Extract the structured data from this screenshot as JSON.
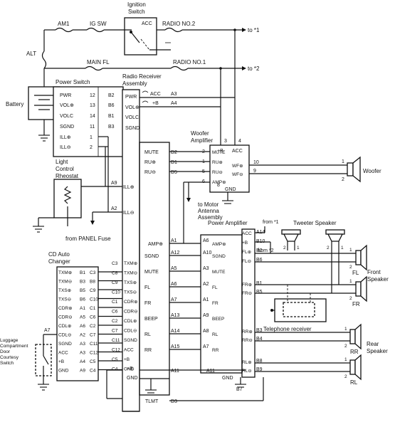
{
  "ignition_switch": {
    "title_1": "Ignition",
    "title_2": "Switch",
    "acc": "ACC"
  },
  "power_feed": {
    "am1": "AM1",
    "ig_sw": "IG SW",
    "alt": "ALT",
    "main_fl": "MAIN FL",
    "radio_no2": "RADIO NO.2",
    "radio_no1": "RADIO NO.1",
    "to1": "to *1",
    "to2": "to *2",
    "battery": "Battery"
  },
  "power_switch": {
    "title": "Power Switch",
    "pins": [
      {
        "name": "PWR",
        "a": "12",
        "b": "B2"
      },
      {
        "name": "VOL⊕",
        "a": "13",
        "b": "B6"
      },
      {
        "name": "VOLC",
        "a": "14",
        "b": "B1"
      },
      {
        "name": "SGND",
        "a": "11",
        "b": "B3"
      },
      {
        "name": "ILL⊕",
        "a": "1",
        "b": ""
      },
      {
        "name": "ILL⊖",
        "a": "2",
        "b": ""
      }
    ]
  },
  "light_control": {
    "l1": "Light",
    "l2": "Control",
    "l3": "Rheostat"
  },
  "receiver": {
    "title_1": "Radio Receiver",
    "title_2": "Assembly",
    "left_pins": [
      "PWR",
      "VOL⊕",
      "VOLC",
      "SGND"
    ],
    "acc": "ACC",
    "plus_b": "+B",
    "a3": "A3",
    "a4": "A4",
    "ill_plus": "ILL⊕",
    "ill_minus": "ILL⊖",
    "a9": "A9",
    "a2": "A2",
    "from_panel": "from PANEL Fuse",
    "woofer_side": [
      {
        "name": "MUTE",
        "conn": "D2"
      },
      {
        "name": "RU⊕",
        "conn": "D1"
      },
      {
        "name": "RU⊖",
        "conn": "D5"
      }
    ],
    "amp_row": {
      "name": "AMP⊕",
      "conn": "A1"
    },
    "changer_side": [
      {
        "name": "TXM⊕",
        "pin": "C3"
      },
      {
        "name": "TXM⊖",
        "pin": "C8"
      },
      {
        "name": "TXS⊕",
        "pin": "C9"
      },
      {
        "name": "TXS⊖",
        "pin": "C10"
      },
      {
        "name": "CDR⊕",
        "pin": "C1"
      },
      {
        "name": "CDR⊖",
        "pin": "C6"
      },
      {
        "name": "CDL⊕",
        "pin": "C2"
      },
      {
        "name": "CDL⊖",
        "pin": "C7"
      },
      {
        "name": "SGND",
        "pin": "C11"
      },
      {
        "name": "ACC",
        "pin": "C12"
      },
      {
        "name": "+B",
        "pin": "C5"
      },
      {
        "name": "GND",
        "pin": "C4"
      }
    ],
    "amp_side": [
      {
        "name": "SGND",
        "conn": "A12"
      },
      {
        "name": "MUTE",
        "conn": "A5"
      },
      {
        "name": "FL",
        "conn": "A6"
      },
      {
        "name": "FR",
        "conn": "A7"
      },
      {
        "name": "BEEP",
        "conn": "A13"
      },
      {
        "name": "RL",
        "conn": "A14"
      },
      {
        "name": "RR",
        "conn": "A15"
      }
    ],
    "bottom_plus_b": "+B",
    "gnd": "GND",
    "tlmt": "TLMT",
    "d3": "D3"
  },
  "woofer_amp": {
    "title_1": "Woofer",
    "title_2": "Amplifier",
    "p3": "3",
    "p4": "4",
    "plus_b": "+B",
    "acc": "ACC",
    "in_pins": [
      {
        "num": "2",
        "name": "MUTE"
      },
      {
        "num": "1",
        "name": "RU⊕"
      },
      {
        "num": "5",
        "name": "RU⊖"
      },
      {
        "num": "6",
        "name": "AMP⊕"
      }
    ],
    "out_pins": [
      {
        "num": "10",
        "name": "WF⊕"
      },
      {
        "num": "9",
        "name": "WF⊖"
      }
    ],
    "gnd": "GND",
    "p8": "8"
  },
  "woofer": {
    "label": "Woofer",
    "p1": "1",
    "p2": "2"
  },
  "motor_antenna": {
    "l1": "to Motor",
    "l2": "Antenna",
    "l3": "Assembly"
  },
  "power_amp": {
    "title": "Power Amplifier",
    "from1": "from *1",
    "from2": "from *2",
    "top_pins": [
      {
        "name": "ACC",
        "num": "A14"
      },
      {
        "name": "+B",
        "num": "B10"
      },
      {
        "name": "FL⊕",
        "num": "B2"
      },
      {
        "name": "FL⊖",
        "num": "B6"
      }
    ],
    "in_pins": [
      {
        "conn": "A1",
        "pin": "A6",
        "name": "AMP⊕"
      },
      {
        "conn": "A12",
        "pin": "A10",
        "name": "SGND"
      },
      {
        "conn": "A5",
        "pin": "A3",
        "name": "MUTE"
      },
      {
        "conn": "A6",
        "pin": "A2",
        "name": "FL"
      },
      {
        "conn": "A7",
        "pin": "A1",
        "name": "FR"
      },
      {
        "conn": "A13",
        "pin": "A9",
        "name": "BEEP"
      },
      {
        "conn": "A14",
        "pin": "A8",
        "name": "RL"
      },
      {
        "conn": "A15",
        "pin": "A7",
        "name": "RR"
      }
    ],
    "fr_pins": [
      {
        "name": "FR⊕",
        "num": "B1"
      },
      {
        "name": "FR⊖",
        "num": "B5"
      }
    ],
    "rear_pins": [
      {
        "name": "RR⊕",
        "num": "B3"
      },
      {
        "name": "RR⊖",
        "num": "B4"
      },
      {
        "name": "RL⊕",
        "num": "B8"
      },
      {
        "name": "RL⊖",
        "num": "B9"
      }
    ],
    "a11a": "A11",
    "a11b": "A11",
    "gnd": "GND",
    "b7": "B7"
  },
  "tweeter": {
    "label": "Tweeter Speaker",
    "p1": "1",
    "p2": "2"
  },
  "front_speaker": {
    "l1": "Front",
    "l2": "Speaker",
    "fl": "FL",
    "fr": "FR",
    "p1": "1",
    "p2": "2"
  },
  "rear_speaker": {
    "l1": "Rear",
    "l2": "Speaker",
    "rr": "RR",
    "rl": "RL",
    "p1": "1",
    "p2": "2"
  },
  "telephone": {
    "label": "Telephone receiver"
  },
  "cd_changer": {
    "title_1": "CD Auto",
    "title_2": "Changer",
    "pins": [
      {
        "name": "TXM⊕",
        "pin": "B1"
      },
      {
        "name": "TXM⊖",
        "pin": "B3"
      },
      {
        "name": "TXS⊕",
        "pin": "B5"
      },
      {
        "name": "TXS⊖",
        "pin": "B6"
      },
      {
        "name": "CDR⊕",
        "pin": "A1"
      },
      {
        "name": "CDR⊖",
        "pin": "A5"
      },
      {
        "name": "CDL⊕",
        "pin": "A6"
      },
      {
        "name": "CDL⊖",
        "pin": "A2"
      },
      {
        "name": "SGND",
        "pin": "A3"
      },
      {
        "name": "ACC",
        "pin": "A3"
      },
      {
        "name": "+B",
        "pin": "A4"
      },
      {
        "name": "GND",
        "pin": "A9"
      }
    ],
    "conn_pins": [
      "C3",
      "B8",
      "C9",
      "C10",
      "C1",
      "C6",
      "C2",
      "C7",
      "C11",
      "C12",
      "C5",
      "C4"
    ],
    "a7": "A7"
  },
  "luggage": {
    "l1": "Luggage",
    "l2": "Compartment",
    "l3": "Door",
    "l4": "Courtesy",
    "l5": "Switch"
  }
}
